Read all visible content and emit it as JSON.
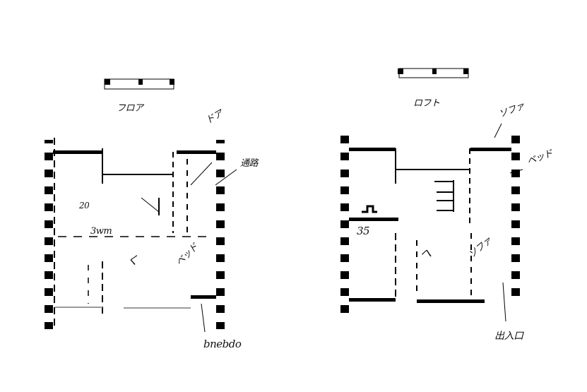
{
  "plans": [
    {
      "id": "left",
      "labels": {
        "top": "フロア",
        "upper_right": "ドア",
        "right": "通路",
        "number": "20",
        "middle": "3wm",
        "center": "く",
        "diagonal": "ベッド",
        "bottom_right": "bnebdo"
      }
    },
    {
      "id": "right",
      "labels": {
        "top": "ロフト",
        "upper_right": "ソファ",
        "right": "ベッド",
        "middle": "35",
        "center": "へ",
        "diagonal": "ソファ",
        "bottom_right": "出入口"
      }
    }
  ],
  "colors": {
    "ink": "#000000",
    "paper": "#ffffff",
    "faint": "#9a9a9a"
  }
}
